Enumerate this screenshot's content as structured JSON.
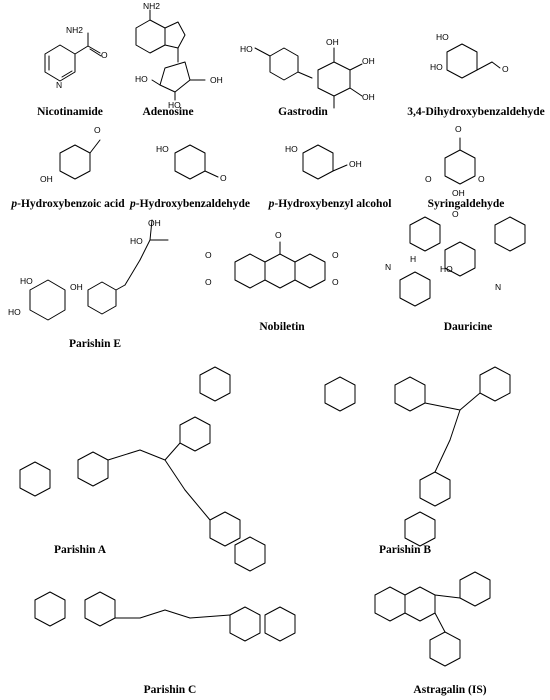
{
  "compounds": [
    {
      "id": "nicotinamide",
      "label": "Nicotinamide",
      "italic_prefix": ""
    },
    {
      "id": "adenosine",
      "label": "Adenosine",
      "italic_prefix": ""
    },
    {
      "id": "gastrodin",
      "label": "Gastrodin",
      "italic_prefix": ""
    },
    {
      "id": "dhba",
      "label": "3,4-Dihydroxybenzaldehyde",
      "italic_prefix": ""
    },
    {
      "id": "phba_acid",
      "label": "-Hydroxybenzoic acid",
      "italic_prefix": "p"
    },
    {
      "id": "phbald",
      "label": "-Hydroxybenzaldehyde",
      "italic_prefix": "p"
    },
    {
      "id": "phbalc",
      "label": "-Hydroxybenzyl alcohol",
      "italic_prefix": "p"
    },
    {
      "id": "syringaldehyde",
      "label": "Syringaldehyde",
      "italic_prefix": ""
    },
    {
      "id": "parishin_e",
      "label": "Parishin E",
      "italic_prefix": ""
    },
    {
      "id": "nobiletin",
      "label": "Nobiletin",
      "italic_prefix": ""
    },
    {
      "id": "dauricine",
      "label": "Dauricine",
      "italic_prefix": ""
    },
    {
      "id": "parishin_a",
      "label": "Parishin A",
      "italic_prefix": ""
    },
    {
      "id": "parishin_b",
      "label": "Parishin B",
      "italic_prefix": ""
    },
    {
      "id": "parishin_c",
      "label": "Parishin C",
      "italic_prefix": ""
    },
    {
      "id": "astragalin",
      "label": "Astragalin (IS)",
      "italic_prefix": ""
    }
  ],
  "atoms": {
    "nh2": "NH2",
    "n": "N",
    "o": "O",
    "oh": "OH",
    "ho": "HO",
    "h": "H",
    "cooh_o": "O",
    "methoxy": "O"
  }
}
